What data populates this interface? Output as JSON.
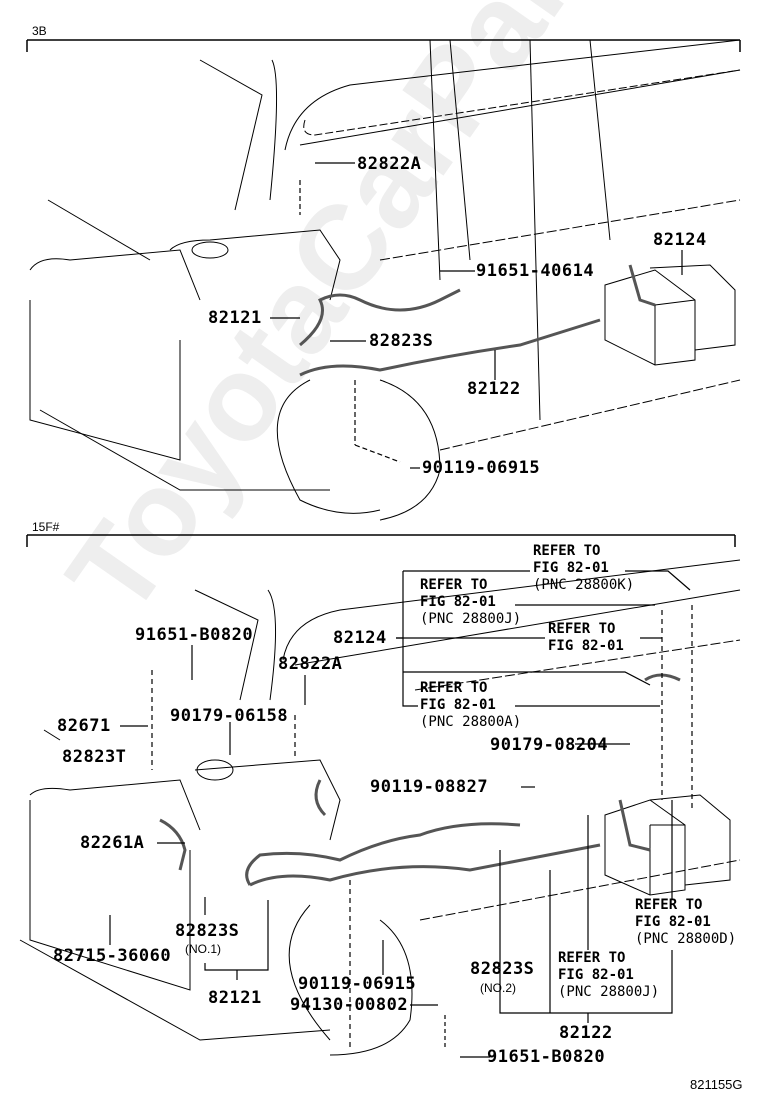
{
  "watermark": "ToyotaCarParts.ru",
  "figure_code": "821155G",
  "sections": [
    {
      "id": "3B",
      "header": "3B",
      "labels": {
        "p82822A": "82822A",
        "p91651_40614": "91651-40614",
        "p82124": "82124",
        "p82121": "82121",
        "p82823S": "82823S",
        "p82122": "82122",
        "p90119_06915": "90119-06915"
      }
    },
    {
      "id": "15F#",
      "header": "15F#",
      "labels": {
        "p91651_B0820_top": "91651-B0820",
        "p82124": "82124",
        "p82822A": "82822A",
        "p82671": "82671",
        "p90179_06158": "90179-06158",
        "p82823T": "82823T",
        "p90179_08204": "90179-08204",
        "p90119_08827": "90119-08827",
        "p82261A": "82261A",
        "p82823S_no1": "82823S",
        "p82823S_no1_sub": "(NO.1)",
        "p82715_36060": "82715-36060",
        "p82121": "82121",
        "p90119_06915": "90119-06915",
        "p94130_00802": "94130-00802",
        "p82823S_no2": "82823S",
        "p82823S_no2_sub": "(NO.2)",
        "p82122": "82122",
        "p91651_B0820_bottom": "91651-B0820"
      },
      "references": [
        {
          "line1": "REFER TO",
          "line2": "FIG 82-01",
          "pnc": "(PNC 28800K)"
        },
        {
          "line1": "REFER TO",
          "line2": "FIG 82-01",
          "pnc": "(PNC 28800J)"
        },
        {
          "line1": "REFER TO",
          "line2": "FIG 82-01",
          "pnc": ""
        },
        {
          "line1": "REFER TO",
          "line2": "FIG 82-01",
          "pnc": "(PNC 28800A)"
        },
        {
          "line1": "REFER TO",
          "line2": "FIG 82-01",
          "pnc": "(PNC 28800D)"
        },
        {
          "line1": "REFER TO",
          "line2": "FIG 82-01",
          "pnc": "(PNC 28800J)"
        }
      ]
    }
  ]
}
